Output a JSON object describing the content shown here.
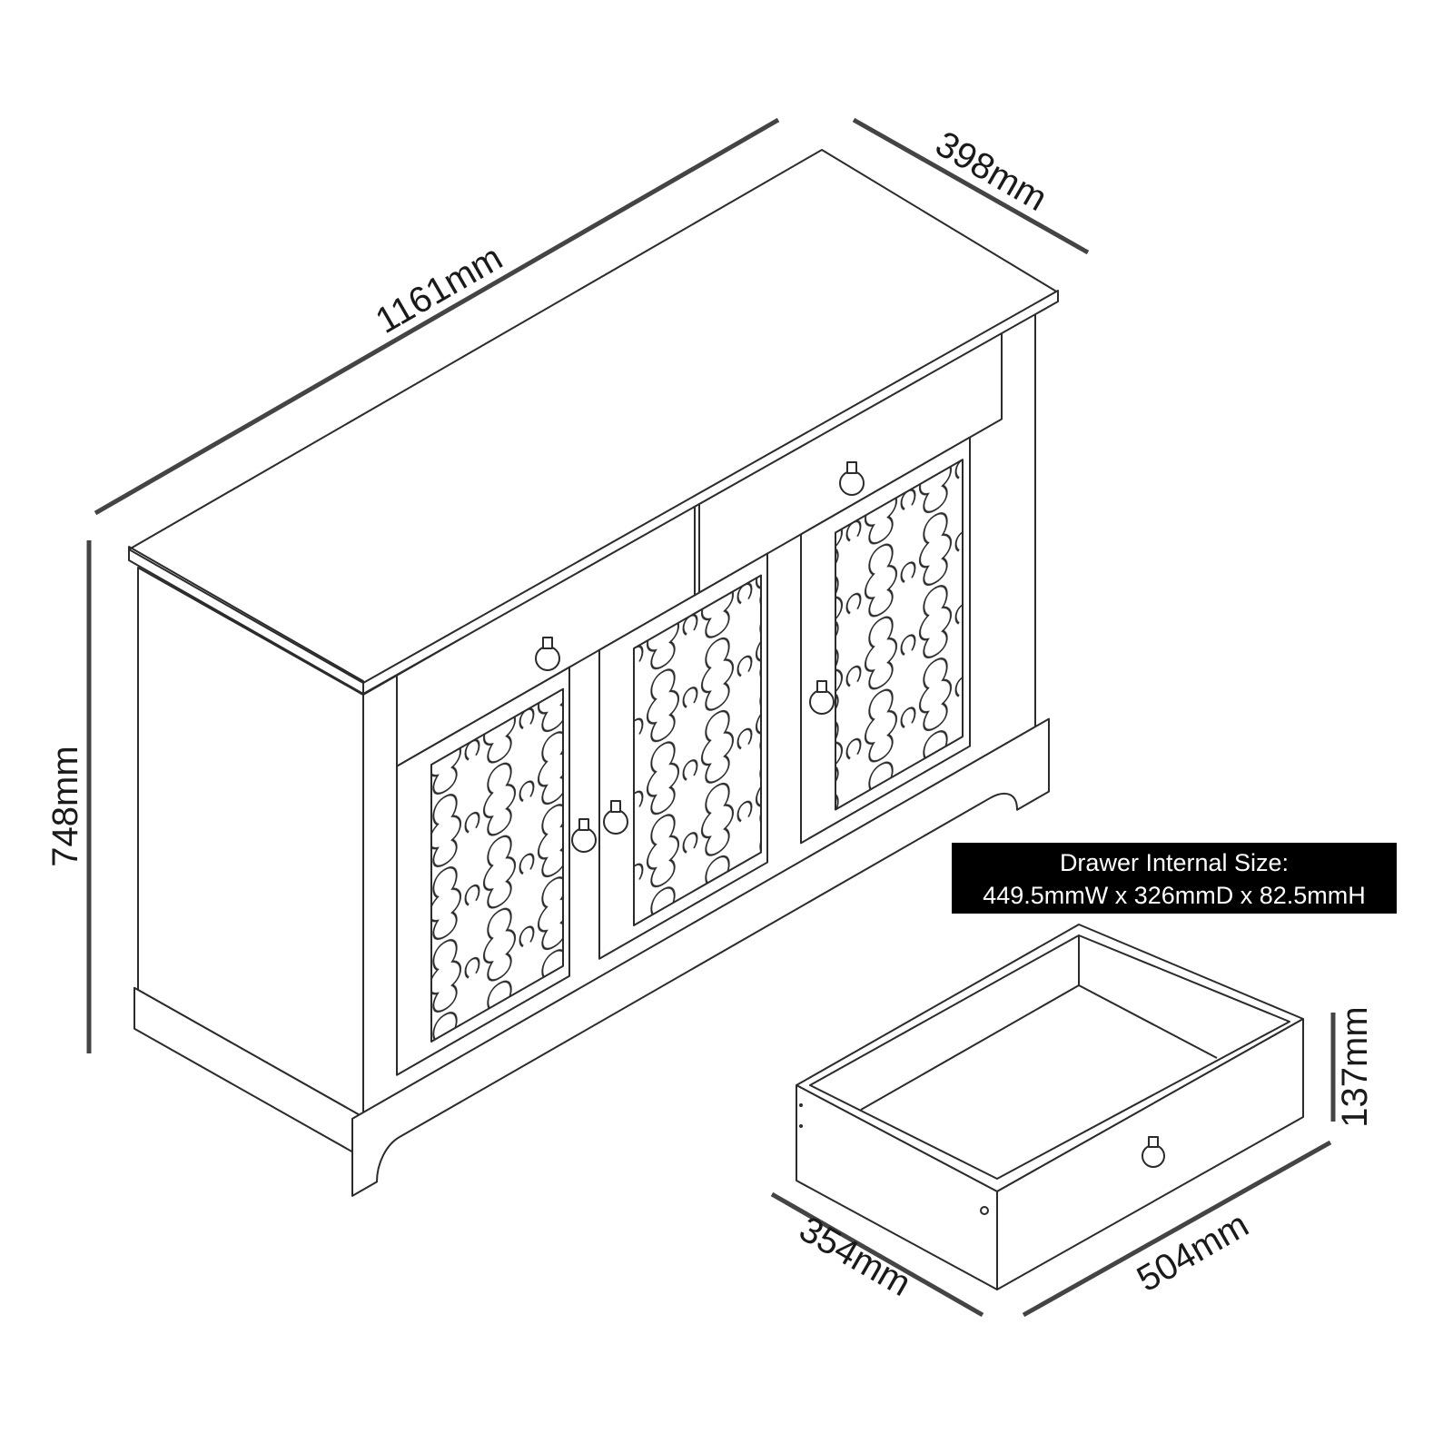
{
  "dimensions": {
    "width": "1161mm",
    "depth": "398mm",
    "height": "748mm",
    "drawer_height": "137mm",
    "drawer_depth": "354mm",
    "drawer_width": "504mm"
  },
  "drawer_info": {
    "title": "Drawer Internal Size:",
    "value": "449.5mmW x 326mmD x 82.5mmH"
  },
  "colors": {
    "line": "#2b2b2b",
    "dimension": "#444444",
    "label_bg": "#000000"
  }
}
